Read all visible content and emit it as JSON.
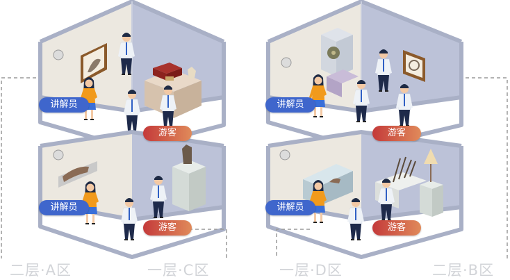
{
  "labels": {
    "guide": "讲解员",
    "visitor": "游客"
  },
  "zones": [
    {
      "id": "zone-2a",
      "label": "二层·A区"
    },
    {
      "id": "zone-1c",
      "label": "一层·C区"
    },
    {
      "id": "zone-1d",
      "label": "一层·D区"
    },
    {
      "id": "zone-2b",
      "label": "二层·B区"
    }
  ],
  "colors": {
    "guide_badge": "#3f66cc",
    "visitor_badge_start": "#c43a3a",
    "visitor_badge_end": "#e08a5a",
    "wall_left": "#ece8e0",
    "wall_right": "#b9bfd6",
    "frame": "#a9b0c6",
    "floor": "#ffffff",
    "dashed_line": "#9a9a9a",
    "zone_label": "#d2d4d8"
  }
}
